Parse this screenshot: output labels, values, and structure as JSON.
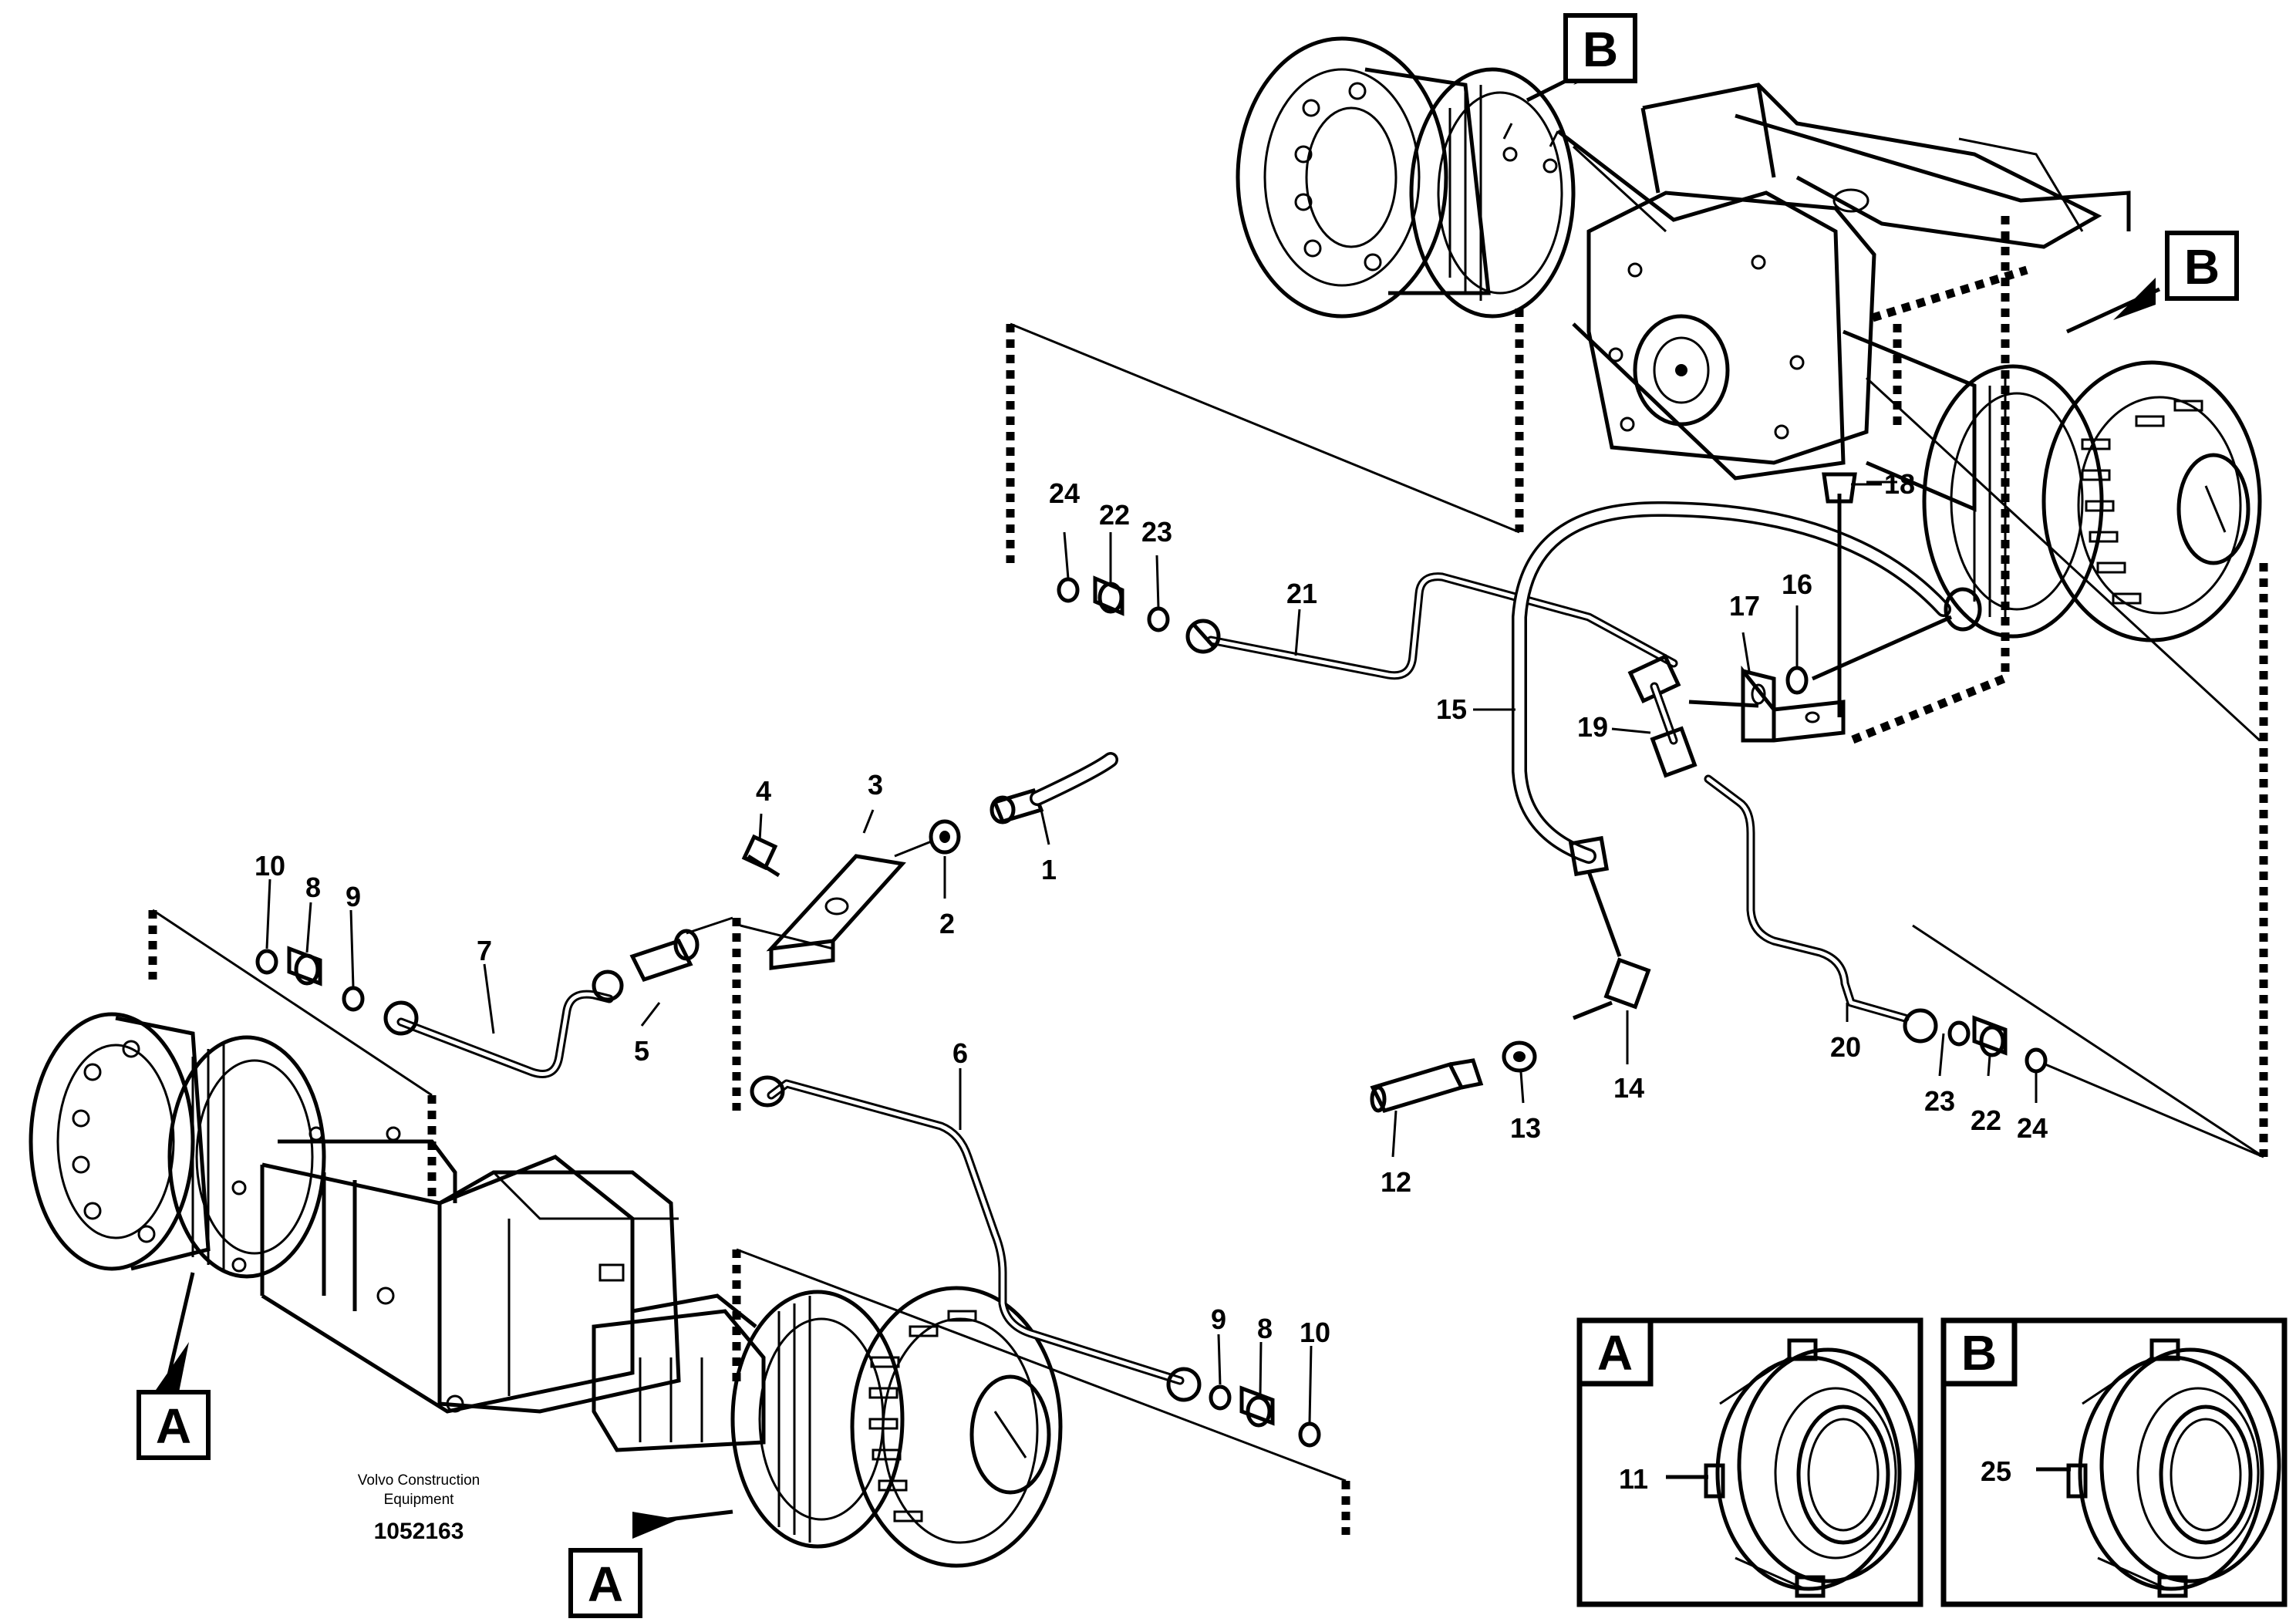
{
  "part_labels": {
    "p1": "1",
    "p2": "2",
    "p3": "3",
    "p4": "4",
    "p5": "5",
    "p6": "6",
    "p7": "7",
    "p8a": "8",
    "p8b": "8",
    "p9a": "9",
    "p9b": "9",
    "p10a": "10",
    "p10b": "10",
    "p11": "11",
    "p12": "12",
    "p13": "13",
    "p14": "14",
    "p15": "15",
    "p16": "16",
    "p17": "17",
    "p18": "18",
    "p19": "19",
    "p20": "20",
    "p21": "21",
    "p22a": "22",
    "p22b": "22",
    "p23a": "23",
    "p23b": "23",
    "p24a": "24",
    "p24b": "24",
    "p25": "25"
  },
  "callouts": {
    "a_front_left": "A",
    "a_front_bottom": "A",
    "b_rear_top": "B",
    "b_rear_right": "B",
    "detail_a": "A",
    "detail_b": "B"
  },
  "caption": {
    "company_line1": "Volvo Construction",
    "company_line2": "Equipment",
    "drawing_number": "1052163"
  }
}
